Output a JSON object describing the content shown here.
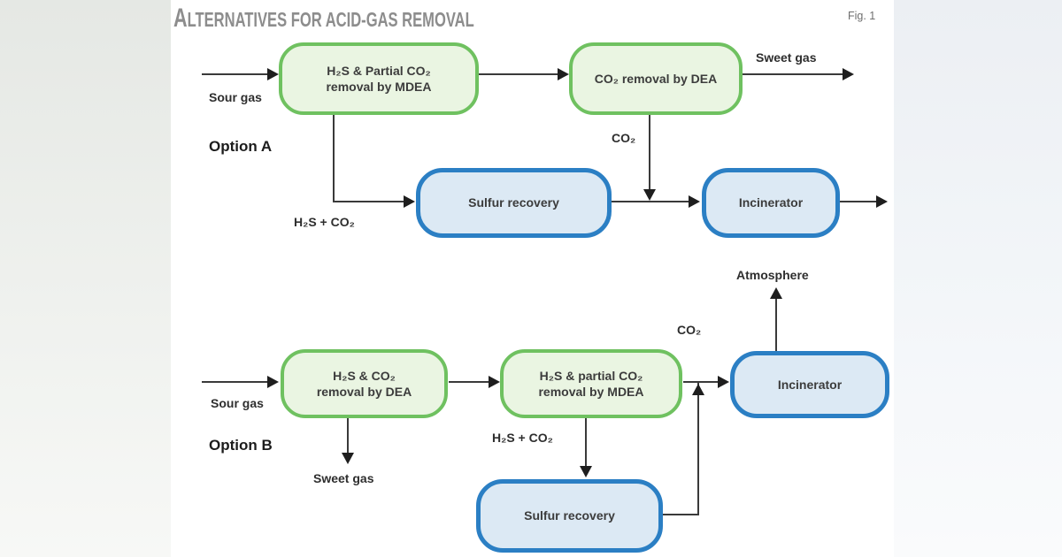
{
  "page": {
    "title": "Alternatives for acid-gas removal",
    "figure_label": "Fig. 1"
  },
  "palette": {
    "process_box_fill": "#eaf5e2",
    "process_box_border": "#6fc160",
    "equipment_box_fill": "#dce9f4",
    "equipment_box_border": "#2b7fc4",
    "arrow_color": "#3a3a3a",
    "title_color": "#8d8d8d"
  },
  "option_a": {
    "label": "Option A",
    "sour_gas_label": "Sour gas",
    "sweet_gas_label": "Sweet gas",
    "acid_stream_label": "H₂S + CO₂",
    "co2_label": "CO₂",
    "boxes": {
      "mdea": "H₂S & Partial CO₂ removal by MDEA",
      "dea": "CO₂ removal by DEA",
      "sulfur": "Sulfur recovery",
      "incinerator": "Incinerator"
    }
  },
  "option_b": {
    "label": "Option B",
    "sour_gas_label": "Sour gas",
    "sweet_gas_label": "Sweet gas",
    "acid_stream_label": "H₂S + CO₂",
    "co2_label": "CO₂",
    "atmosphere_label": "Atmosphere",
    "boxes": {
      "dea": "H₂S & CO₂ removal by DEA",
      "mdea": "H₂S & partial CO₂ removal by MDEA",
      "sulfur": "Sulfur recovery",
      "incinerator": "Incinerator"
    }
  }
}
